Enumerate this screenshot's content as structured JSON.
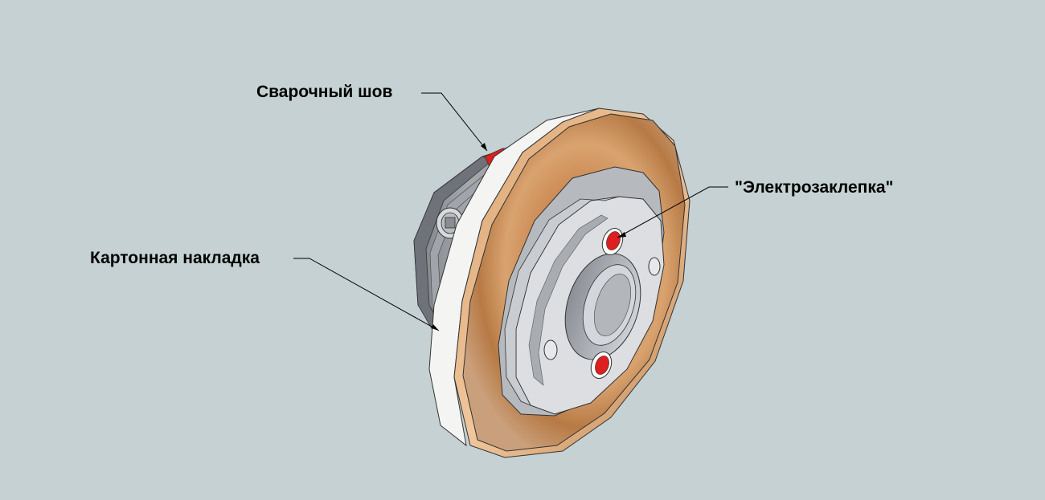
{
  "labels": {
    "weld_seam": "Сварочный шов",
    "electro_rivet": "\"Электрозаклепка\"",
    "cardboard_gasket": "Картонная накладка"
  },
  "colors": {
    "background": "#c5d1d2",
    "copper": "#c98a52",
    "gasket": "#f4f4f2",
    "steel": "#b9bcc2",
    "weld_red": "#dd1f1f",
    "leader_line": "#000000"
  }
}
